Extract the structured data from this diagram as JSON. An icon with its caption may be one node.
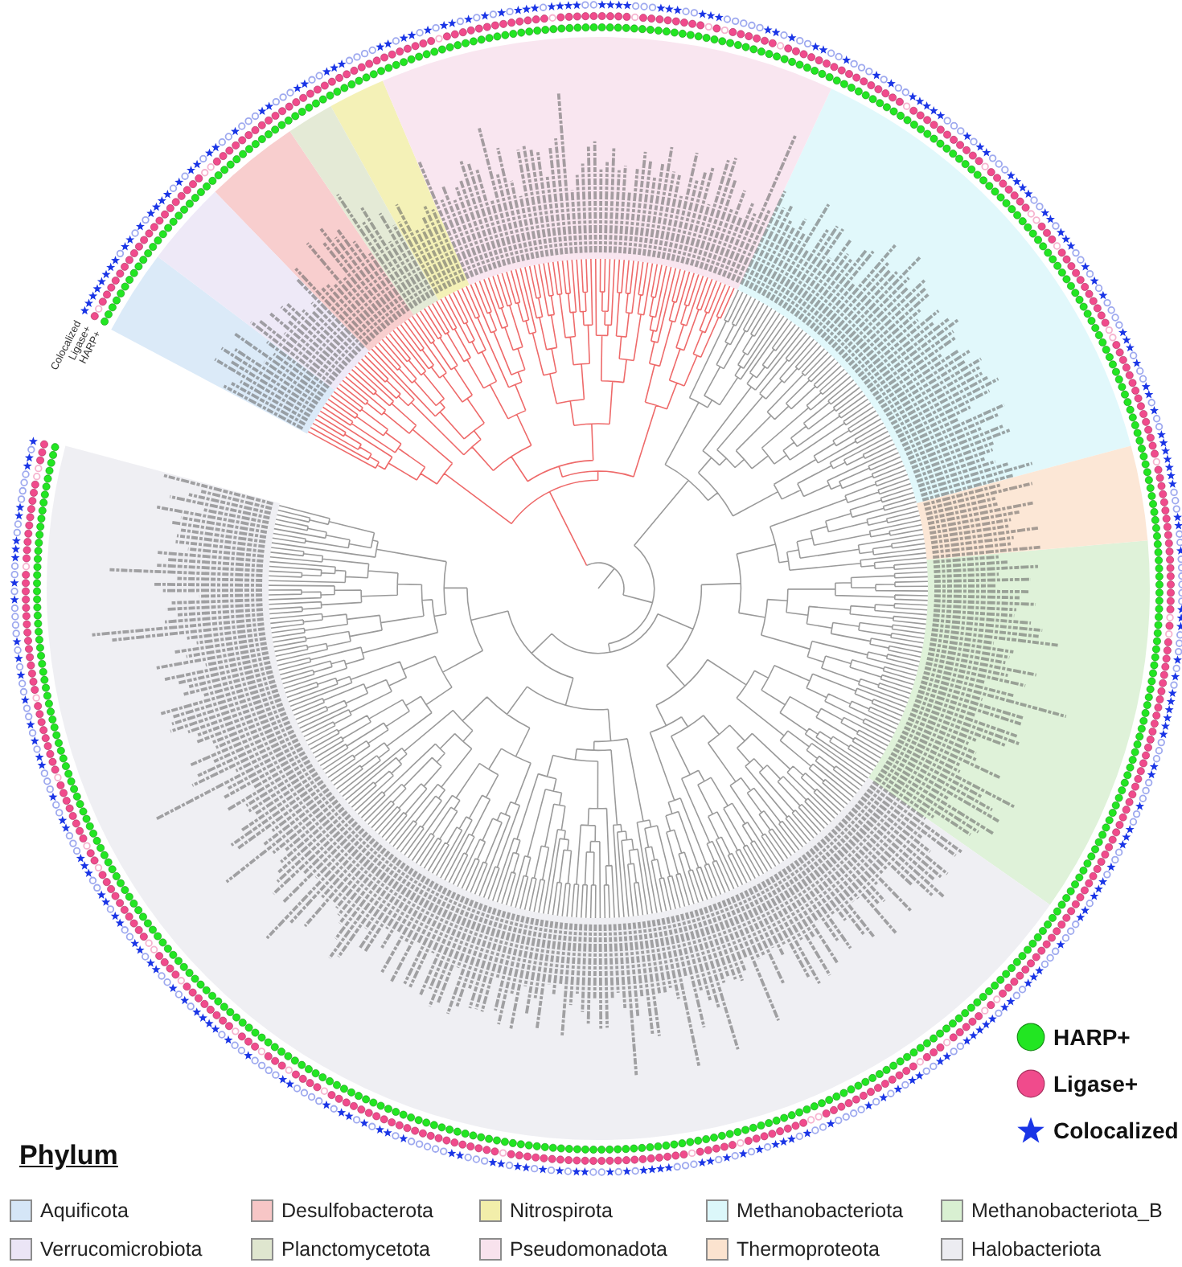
{
  "diagram": {
    "labels": [
      "Colocalized",
      "Ligase+",
      "HARP+",
      "Phylum"
    ],
    "legend": [
      {
        "text": "HARP+"
      },
      {
        "text": "Ligase+"
      },
      {
        "text": "Colocalized"
      },
      {
        "text": "Aquificota",
        "color": "#d5e6f7"
      },
      {
        "text": "Desulfobacterota",
        "color": "#f7c6c6"
      },
      {
        "text": "Nitrospirota",
        "color": "#f2eeaa"
      },
      {
        "text": "Methanobacteriota",
        "color": "#dcf7fa"
      },
      {
        "text": "Methanobacteriota_B",
        "color": "#d9f0d2"
      },
      {
        "text": "Verrucomicrobiota",
        "color": "#ebe5f6"
      },
      {
        "text": "Planctomycetota",
        "color": "#dfe6cf"
      },
      {
        "text": "Pseudomonadota",
        "color": "#f8e2ed"
      },
      {
        "text": "Thermoproteota",
        "color": "#fbe3cf"
      },
      {
        "text": "Halobacteriota",
        "color": "#ececf1"
      }
    ]
  }
}
